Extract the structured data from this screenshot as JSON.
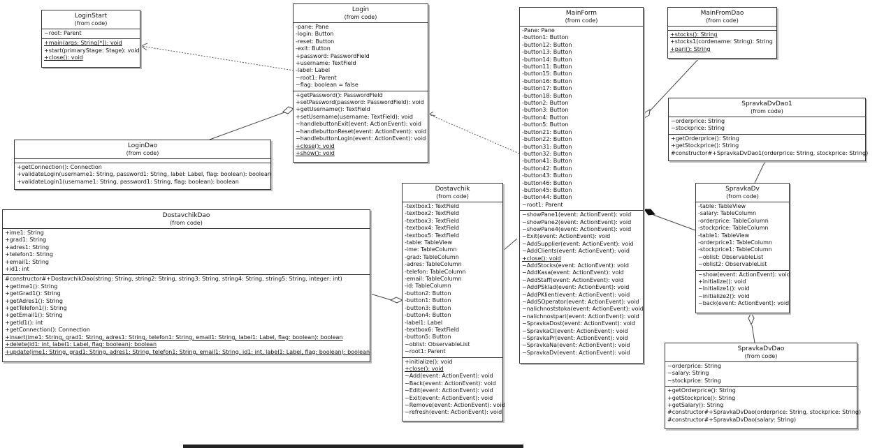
{
  "classes": [
    {
      "id": "loginstart",
      "name": "LoginStart",
      "stereotype": "(from code)",
      "attrs": [
        "~root: Parent"
      ],
      "ops": [
        "+main(args: String[*]): void",
        "+start(primaryStage: Stage): void",
        "+close(): void"
      ]
    },
    {
      "id": "login",
      "name": "Login",
      "stereotype": "(from code)",
      "attrs": [
        "-pane: Pane",
        "-login: Button",
        "-reset: Button",
        "-exit: Button",
        "+password: PasswordField",
        "+username: TextField",
        "-label: Label",
        "~root1: Parent",
        "~flag: boolean = false"
      ],
      "ops": [
        "+getPassword(): PasswordField",
        "+setPassword(password: PasswordField): void",
        "+getUsername(): TextField",
        "+setUsername(username: TextField): void",
        "~handlebuttonExit(event: ActionEvent): void",
        "~handlebuttonReset(event: ActionEvent): void",
        "~handlebuttonLogin(event: ActionEvent): void",
        "+close(): void",
        "+show(): void"
      ]
    },
    {
      "id": "logindao",
      "name": "LoginDao",
      "stereotype": "(from code)",
      "attrs": [],
      "ops": [
        "+getConnection(): Connection",
        "+validateLogin(username1: String, password1: String, label: Label, flag: boolean): boolean",
        "+validateLogin1(username1: String, password1: String, flag: boolean): boolean"
      ]
    },
    {
      "id": "mainform",
      "name": "MainForm",
      "stereotype": "(from code)",
      "attrs": [
        "-Pane: Pane",
        "-button1: Button",
        "-button12: Button",
        "-button13: Button",
        "-button14: Button",
        "-button11: Button",
        "-button15: Button",
        "-button16: Button",
        "-button17: Button",
        "-button18: Button",
        "-button2: Button",
        "-button3: Button",
        "-button4: Button",
        "-button5: Button",
        "-button21: Button",
        "-button22: Button",
        "-button31: Button",
        "-button32: Button",
        "-button41: Button",
        "-button42: Button",
        "-button43: Button",
        "-button46: Button",
        "-button45: Button",
        "-button44: Button",
        "~root1: Parent"
      ],
      "ops": [
        "~showPane1(event: ActionEvent): void",
        "~showPane2(event: ActionEvent): void",
        "~showPane4(event: ActionEvent): void",
        "~Exit(event: ActionEvent): void",
        "~AddSupplier(event: ActionEvent): void",
        "~AddClients(event: ActionEvent): void",
        "+close(): void",
        "~AddStocks(event: ActionEvent): void",
        "~AddKasa(event: ActionEvent): void",
        "~AddStaff(event: ActionEvent): void",
        "~AddPSklad(event: ActionEvent): void",
        "~AddPKlient(event: ActionEvent): void",
        "~AddSOperator(event: ActionEvent): void",
        "~nalichnoststoka(event: ActionEvent): void",
        "~nalichnostpari(event: ActionEvent): void",
        "~SpravkaDost(event: ActionEvent): void",
        "~SpravkaCl(event: ActionEvent): void",
        "~SpravkaPr(event: ActionEvent): void",
        "~SpravkaNa(event: ActionEvent): void",
        "~SpravkaDv(event: ActionEvent): void"
      ]
    },
    {
      "id": "mainfromdao",
      "name": "MainFromDao",
      "stereotype": "(from code)",
      "attrs": [],
      "ops": [
        "+stocks(): String",
        "+stocks1(cordename: String): String",
        "+pari(): String"
      ]
    },
    {
      "id": "spravkadvdao1",
      "name": "SpravkaDvDao1",
      "stereotype": "(from code)",
      "attrs": [
        "~orderprice: String",
        "~stockprice: String"
      ],
      "ops": [
        "+getOrderprice(): String",
        "+getStockprice(): String",
        "#constructor#+SpravkaDvDao1(orderprice: String, stockprice: String)"
      ]
    },
    {
      "id": "spravkadv",
      "name": "SpravkaDv",
      "stereotype": "(from code)",
      "attrs": [
        "-table: TableView",
        "-salary: TableColumn",
        "-orderprice: TableColumn",
        "-stockprice: TableColumn",
        "-table1: TableView",
        "-orderprice1: TableColumn",
        "-stockprice1: TableColumn",
        "~oblist: ObservableList",
        "~oblist2: ObservableList"
      ],
      "ops": [
        "~show(event: ActionEvent): void",
        "+initialize(): void",
        "~initialize1(): void",
        "~initialize2(): void",
        "~back(event: ActionEvent): void"
      ]
    },
    {
      "id": "spravkadvdao",
      "name": "SpravkaDvDao",
      "stereotype": "(from code)",
      "attrs": [
        "~orderprice: String",
        "~salary: String",
        "~stockprice: String"
      ],
      "ops": [
        "+getOrderprice(): String",
        "+getStockprice(): String",
        "+getSalary(): String",
        "#constructor#+SpravkaDvDao(orderprice: String, stockprice: String)",
        "#constructor#+SpravkaDvDao(salary: String)"
      ]
    },
    {
      "id": "dostavchik",
      "name": "Dostavchik",
      "stereotype": "(from code)",
      "attrs": [
        "-textbox1: TextField",
        "-textbox2: TextField",
        "-textbox3: TextField",
        "-textbox4: TextField",
        "-textbox5: TextField",
        "-table: TableView",
        "-ime: TableColumn",
        "-grad: TableColumn",
        "-adres: TableColumn",
        "-telefon: TableColumn",
        "-email: TableColumn",
        "-id: TableColumn",
        "-button2: Button",
        "-button1: Button",
        "-button3: Button",
        "-button4: Button",
        "-label1: Label",
        "-textbox6: TextField",
        "-button5: Button",
        "~oblist: ObservableList",
        "~root1: Parent"
      ],
      "ops": [
        "+initialize(): void",
        "+close(): void",
        "~Add(event: ActionEvent): void",
        "~Back(event: ActionEvent): void",
        "~Edit(event: ActionEvent): void",
        "~Exit(event: ActionEvent): void",
        "~Remove(event: ActionEvent): void",
        "~refresh(event: ActionEvent): void"
      ]
    },
    {
      "id": "dostavchikdao",
      "name": "DostavchikDao",
      "stereotype": "(from code)",
      "attrs": [
        "+ime1: String",
        "+grad1: String",
        "+adres1: String",
        "+telefon1: String",
        "+email1: String",
        "+id1: int"
      ],
      "ops": [
        "#constructor#+DostavchikDao(string: String, string2: String, string3: String, string4: String, string5: String, integer: int)",
        "+getIme1(): String",
        "+getGrad1(): String",
        "+getAdres1(): String",
        "+getTelefon1(): String",
        "+getEmail1(): String",
        "+getId1(): int",
        "+getConnection(): Connection",
        "+insert(ime1: String, grad1: String, adres1: String, telefon1: String, email1: String, label1: Label, flag: boolean): boolean",
        "+delete(id1: int, label1: Label, flag: boolean): boolean",
        "+update(ime1: String, grad1: String, adres1: String, telefon1: String, email1: String, id1: int, label1: Label, flag: boolean): boolean"
      ]
    }
  ]
}
